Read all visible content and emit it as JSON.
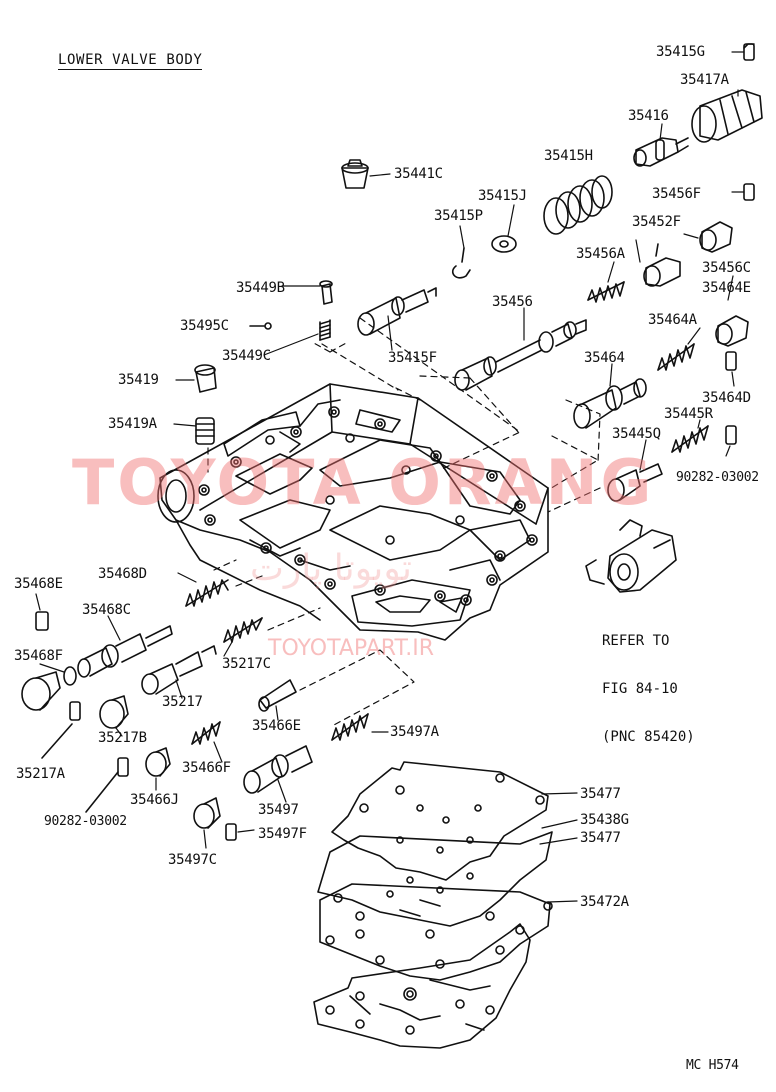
{
  "title": "LOWER VALVE BODY",
  "footer_code": "MC H574",
  "watermark": {
    "brand": "TOYOTA ORANG",
    "site": "TOYOTAPART.IR",
    "farsi": "تویوتا پارت"
  },
  "refer_note": [
    "REFER TO",
    "FIG 84-10",
    "(PNC 85420)"
  ],
  "parts": [
    "35415G",
    "35417A",
    "35416",
    "35415H",
    "35441C",
    "35415J",
    "35456F",
    "35415P",
    "35452F",
    "35456A",
    "35456C",
    "35464E",
    "35449B",
    "35456",
    "35495C",
    "35464A",
    "35449C",
    "35415F",
    "35464",
    "35419",
    "35464D",
    "35445R",
    "35419A",
    "35445Q",
    "90282-03002",
    "35468E",
    "35468D",
    "35468C",
    "35468F",
    "35217C",
    "35217",
    "35466E",
    "35497A",
    "35217B",
    "35217A",
    "35466F",
    "35466J",
    "35497",
    "90282-03002",
    "35497F",
    "35497C",
    "35477",
    "35438G",
    "35477",
    "35472A"
  ],
  "colors": {
    "line": "#111111",
    "watermark": "#f06e6e"
  }
}
